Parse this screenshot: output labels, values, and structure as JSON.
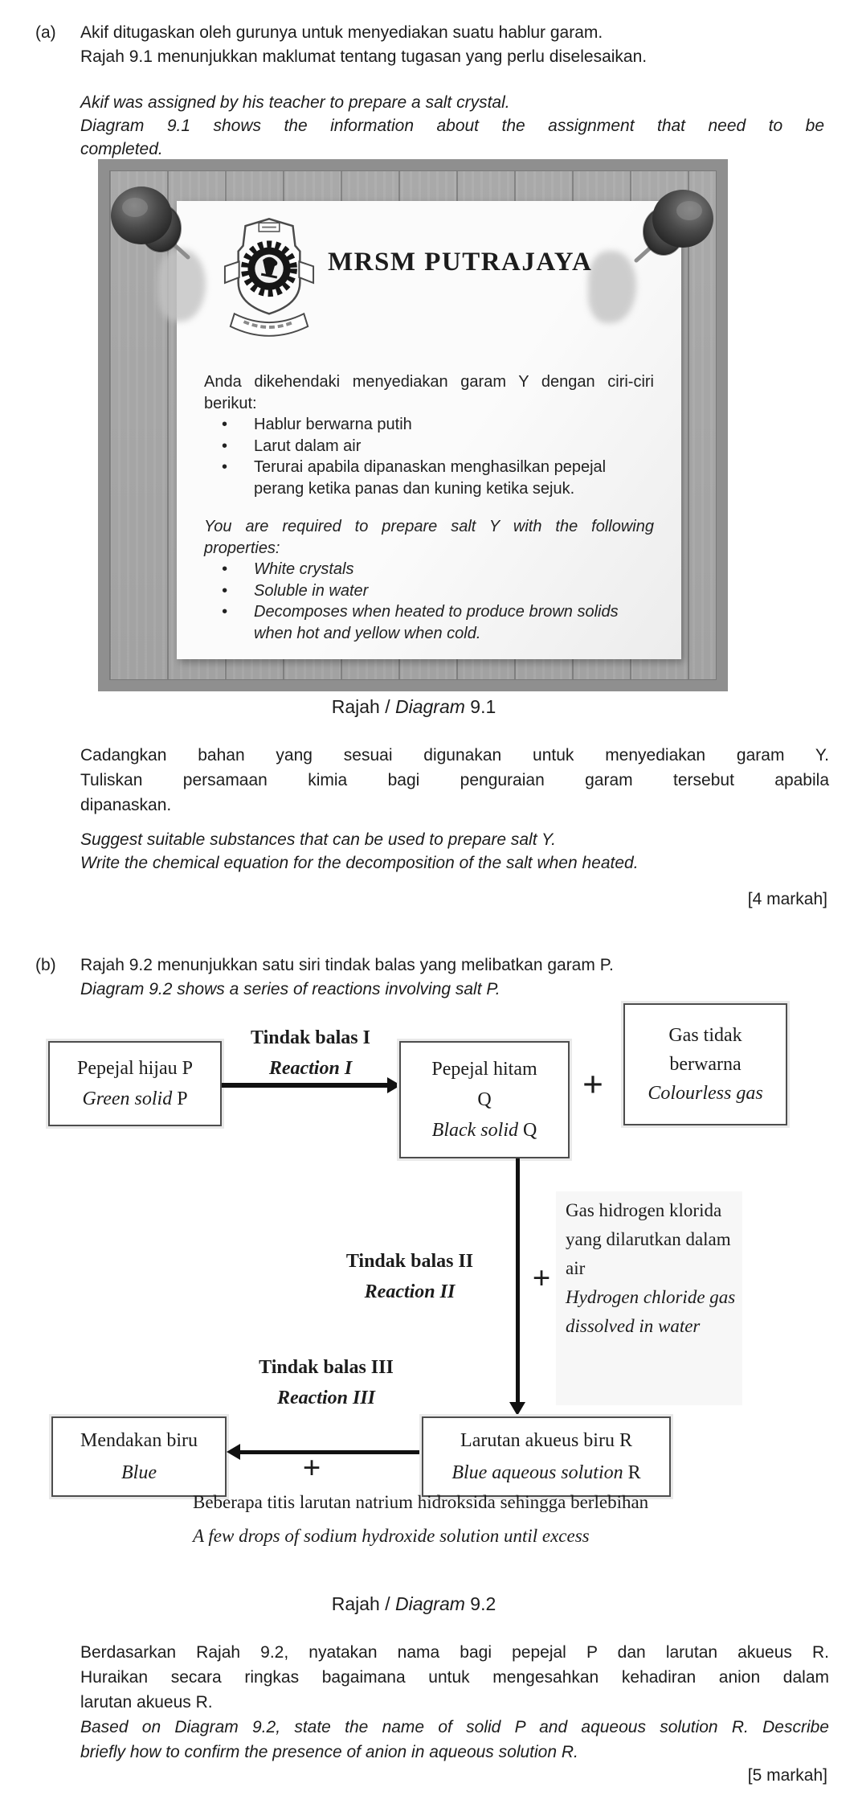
{
  "part_a": {
    "label": "(a)",
    "ms_lines": [
      "Akif ditugaskan oleh gurunya untuk menyediakan suatu hablur garam.",
      "Rajah 9.1 menunjukkan maklumat tentang tugasan yang perlu diselesaikan."
    ],
    "en_lines": [
      "Akif was assigned by his teacher to prepare a salt crystal.",
      "Diagram 9.1 shows the information about the assignment that need to be",
      "completed."
    ],
    "board": {
      "school_name": "MRSM PUTRAJAYA",
      "notice_ms_intro": [
        "Anda dikehendaki menyediakan garam Y dengan ciri-ciri",
        "berikut:"
      ],
      "bullets_ms": [
        "Hablur berwarna putih",
        "Larut dalam air",
        "Terurai apabila dipanaskan menghasilkan pepejal perang ketika panas dan kuning ketika sejuk."
      ],
      "notice_en_intro": [
        "You are required to prepare salt Y with the following",
        "properties:"
      ],
      "bullets_en": [
        "White crystals",
        "Soluble in water",
        "Decomposes when heated to produce brown solids when hot and yellow when cold."
      ]
    },
    "caption": {
      "pre": "Rajah / ",
      "italic": "Diagram",
      "num": " 9.1"
    },
    "q_ms_lines": [
      "Cadangkan bahan yang sesuai digunakan untuk menyediakan garam Y.",
      "Tuliskan persamaan kimia bagi penguraian garam tersebut apabila",
      "dipanaskan."
    ],
    "q_en_lines": [
      "Suggest suitable substances that can be used to prepare salt Y.",
      "Write the chemical equation for the decomposition of the salt when heated."
    ],
    "marks": "[4 markah]"
  },
  "part_b": {
    "label": "(b)",
    "ms_line": "Rajah 9.2 menunjukkan satu siri tindak balas yang melibatkan garam P.",
    "en_line": "Diagram 9.2 shows a series of reactions involving salt P.",
    "diagram": {
      "reaction1_ms": "Tindak balas I",
      "reaction1_en": "Reaction I",
      "reaction2_ms": "Tindak balas II",
      "reaction2_en": "Reaction II",
      "reaction3_ms": "Tindak balas III",
      "reaction3_en": "Reaction III",
      "plus": "+",
      "box_p_ms": "Pepejal hijau P",
      "box_p_en": "Green solid",
      "box_p_sym": "P",
      "box_q_ms": "Pepejal hitam",
      "box_q_sym": "Q",
      "box_q_en": "Black solid",
      "box_gas_ms": "Gas tidak berwarna",
      "box_gas_en": "Colourless gas",
      "hcl_ms": "Gas hidrogen klorida yang dilarutkan dalam air",
      "hcl_en": "Hydrogen chloride gas dissolved in water",
      "box_r_ms": "Larutan akueus biru R",
      "box_r_en": "Blue aqueous solution",
      "box_r_sym": "R",
      "box_blue_ms": "Mendakan biru",
      "box_blue_en": "Blue",
      "naoh_ms": "Beberapa titis larutan natrium hidroksida sehingga berlebihan",
      "naoh_en": "A few drops of sodium hydroxide solution until excess"
    },
    "caption": {
      "pre": "Rajah / ",
      "italic": "Diagram",
      "num": " 9.2"
    },
    "q_ms_lines": [
      "Berdasarkan Rajah 9.2, nyatakan nama bagi pepejal P dan larutan akueus R.",
      "Huraikan secara ringkas bagaimana untuk mengesahkan kehadiran anion dalam",
      "larutan akueus R."
    ],
    "q_en_lines": [
      "Based on Diagram 9.2, state the name of solid P and aqueous solution R. Describe",
      "briefly how to confirm the presence of anion in aqueous solution R."
    ],
    "marks": "[5 markah]"
  }
}
